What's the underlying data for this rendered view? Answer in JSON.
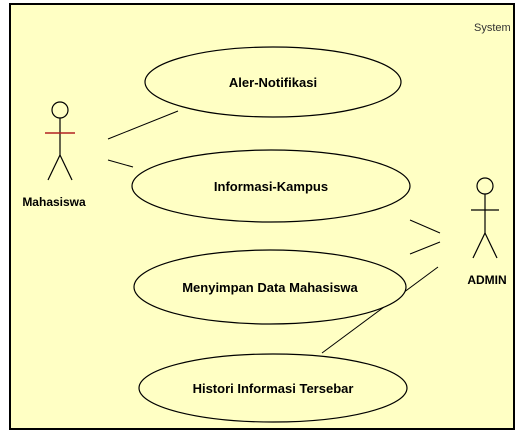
{
  "diagram": {
    "system_label": "System",
    "actors": [
      {
        "id": "mahasiswa",
        "label": "Mahasiswa"
      },
      {
        "id": "admin",
        "label": "ADMIN"
      }
    ],
    "use_cases": [
      {
        "id": "aler-notifikasi",
        "label": "Aler-Notifikasi"
      },
      {
        "id": "informasi-kampus",
        "label": "Informasi-Kampus"
      },
      {
        "id": "menyimpan-data-mahasiswa",
        "label": "Menyimpan Data Mahasiswa"
      },
      {
        "id": "histori-informasi-tersebar",
        "label": "Histori Informasi Tersebar"
      }
    ],
    "associations": [
      {
        "from": "mahasiswa",
        "to": "aler-notifikasi"
      },
      {
        "from": "mahasiswa",
        "to": "informasi-kampus"
      },
      {
        "from": "admin",
        "to": "informasi-kampus"
      },
      {
        "from": "admin",
        "to": "menyimpan-data-mahasiswa"
      },
      {
        "from": "admin",
        "to": "histori-informasi-tersebar"
      }
    ],
    "colors": {
      "system_fill": "#FFFFC4",
      "system_border": "#000000",
      "actor_head": "#000000",
      "actor_body": "#000000",
      "actor_accent": "#B22222",
      "use_case_fill": "#FFFFC4",
      "use_case_border": "#000000",
      "line": "#000000"
    }
  }
}
